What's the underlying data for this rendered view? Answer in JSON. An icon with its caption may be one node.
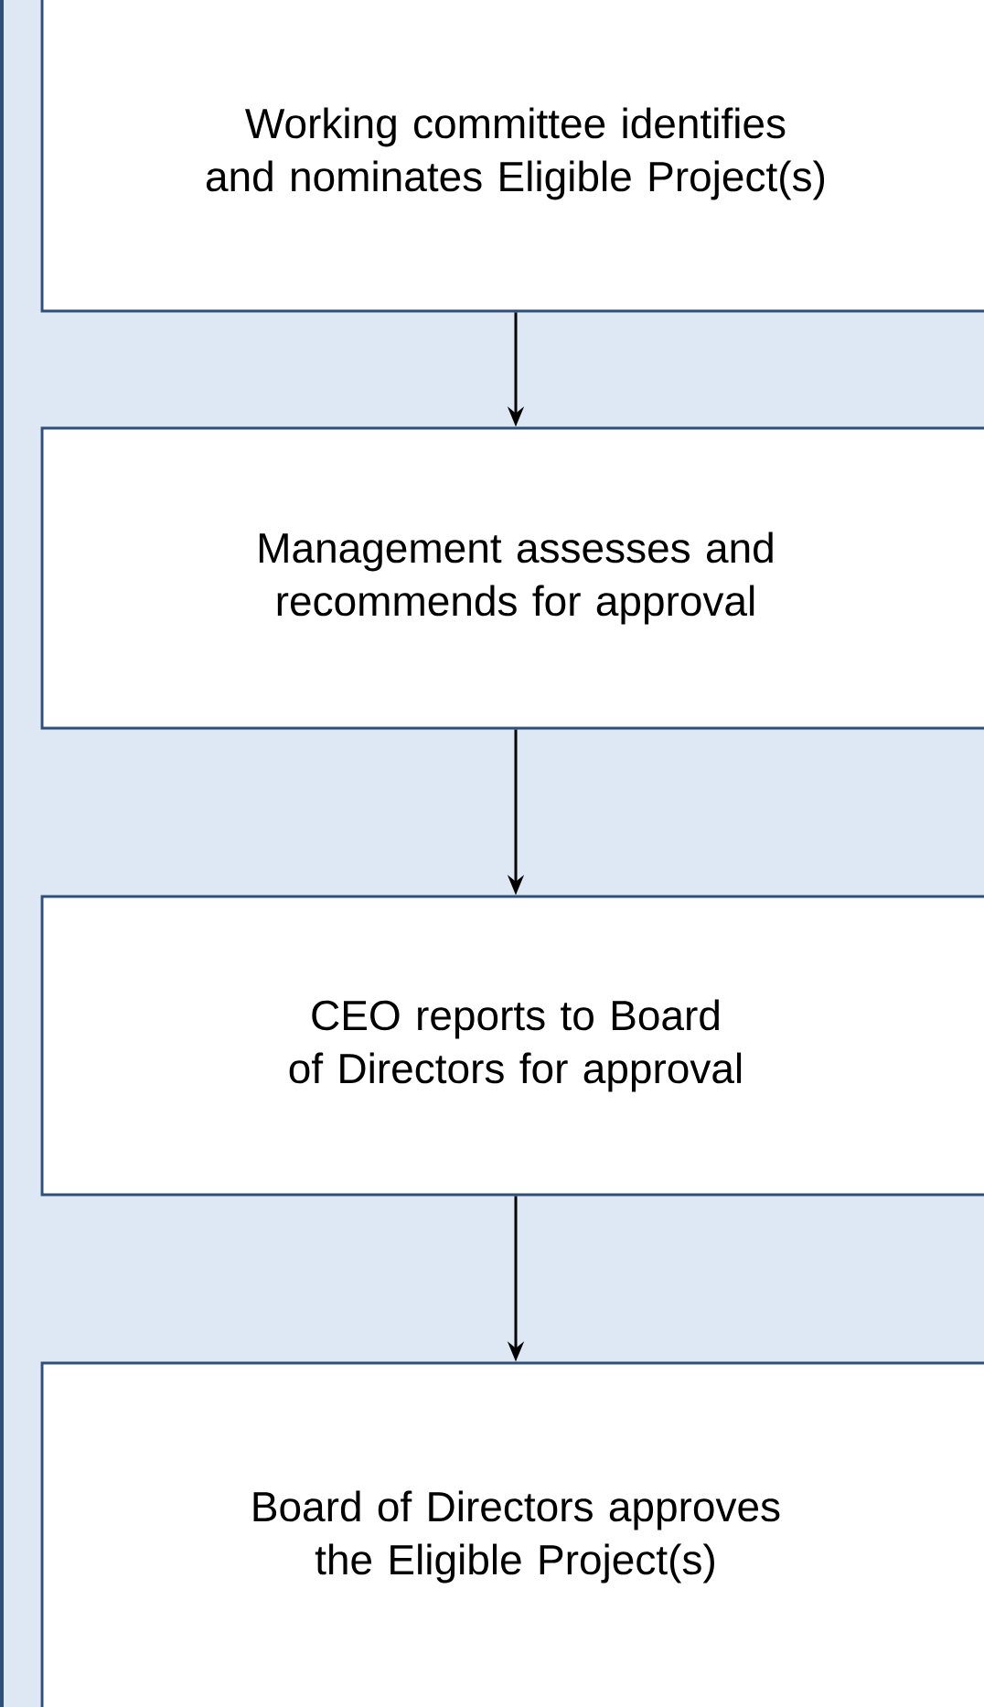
{
  "diagram": {
    "nodes": [
      {
        "text": [
          "Working committee identifies and nominates Eligible Project(s)"
        ]
      },
      {
        "text": [
          "Management assesses and recommends for approval"
        ]
      },
      {
        "text": [
          "CEO reports to Board of Directors for approval"
        ]
      },
      {
        "text": [
          "Board of Directors approves the Eligible Project(s)"
        ]
      }
    ],
    "edges": [
      {
        "from": 0,
        "to": 1,
        "arrow": "to"
      },
      {
        "from": 1,
        "to": 2,
        "arrow": "to"
      },
      {
        "from": 2,
        "to": 3,
        "arrow": "to"
      }
    ]
  }
}
